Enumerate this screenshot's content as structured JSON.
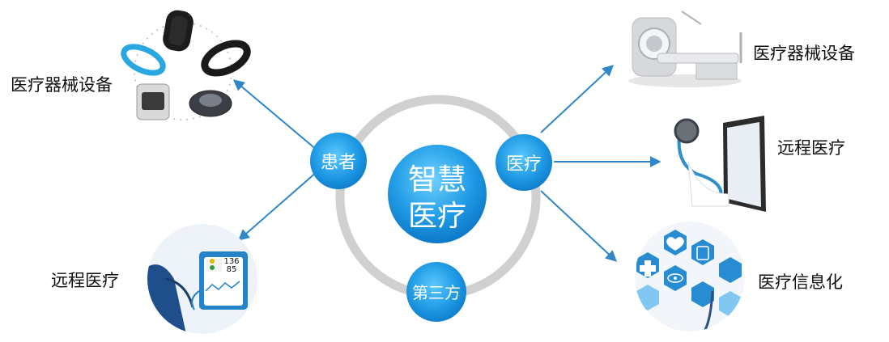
{
  "center": {
    "line1": "智慧",
    "line2": "医疗"
  },
  "nodes": {
    "patient": "患者",
    "medical": "医疗",
    "third_party": "第三方"
  },
  "labels": {
    "top_left": "医疗器械设备",
    "bottom_left": "远程医疗",
    "top_right": "医疗器械设备",
    "mid_right": "远程医疗",
    "bottom_right": "医疗信息化"
  },
  "monitor_readout": {
    "value1": "136",
    "value2": "85"
  },
  "colors": {
    "primary_blue": "#1f9ae4",
    "arrow_blue": "#2f86c8",
    "ring_gray": "#cfcfcf"
  }
}
